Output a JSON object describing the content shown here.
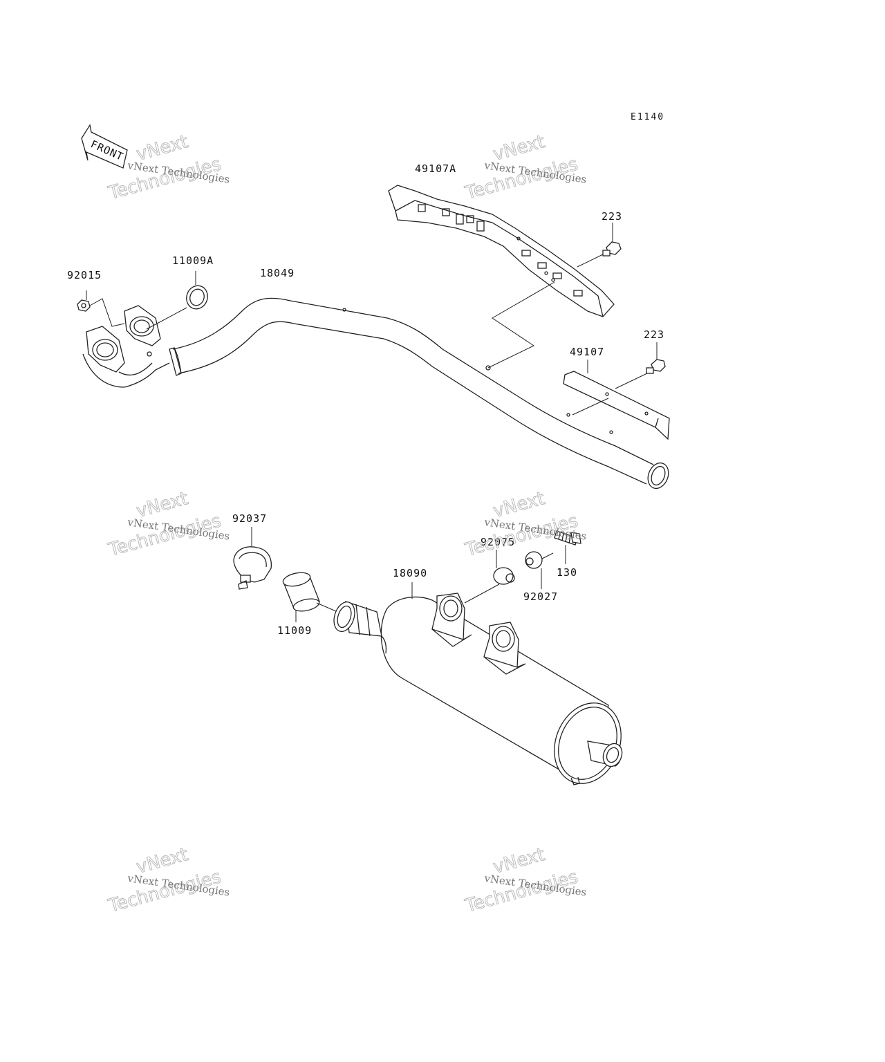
{
  "diagram_code": "E1140",
  "front_label": "FRONT",
  "watermark": {
    "small": "vNext Technologies",
    "big_line1": "vNext",
    "big_line2": "Technologies"
  },
  "parts": {
    "p49107A": "49107A",
    "p223a": "223",
    "p92015": "92015",
    "p11009A": "11009A",
    "p18049": "18049",
    "p223b": "223",
    "p49107": "49107",
    "p92037": "92037",
    "p92075": "92075",
    "p130": "130",
    "p92027": "92027",
    "p18090": "18090",
    "p11009": "11009"
  }
}
